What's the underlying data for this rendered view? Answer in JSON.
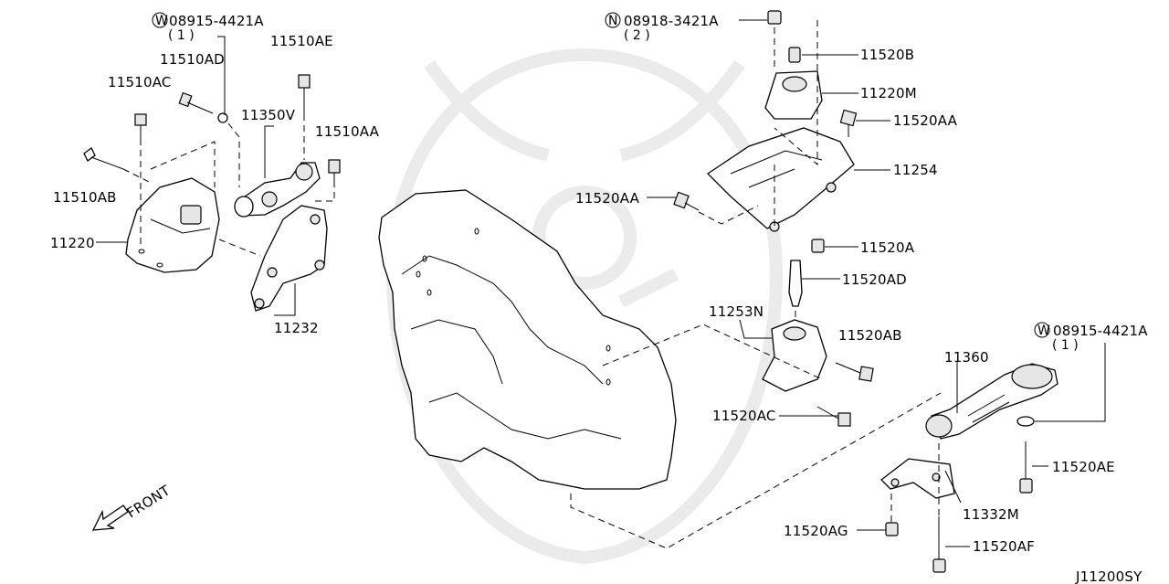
{
  "diagram_code": "J11200SY",
  "front_label": "FRONT",
  "labels": {
    "w08915_top": "08915-4421A",
    "w08915_top_qty": "( 1 )",
    "n08918": "08918-3421A",
    "n08918_qty": "( 2 )",
    "w08915_right": "08915-4421A",
    "w08915_right_qty": "( 1 )",
    "p11510AD": "11510AD",
    "p11510AE": "11510AE",
    "p11510AC": "11510AC",
    "p11350V": "11350V",
    "p11510AA": "11510AA",
    "p11510AB": "11510AB",
    "p11220": "11220",
    "p11232": "11232",
    "p11520B": "11520B",
    "p11220M": "11220M",
    "p11520AA_r": "11520AA",
    "p11254": "11254",
    "p11520AA_l": "11520AA",
    "p11520A": "11520A",
    "p11520AD": "11520AD",
    "p11253N": "11253N",
    "p11520AB": "11520AB",
    "p11520AC": "11520AC",
    "p11360": "11360",
    "p11520AE": "11520AE",
    "p11332M": "11332M",
    "p11520AG": "11520AG",
    "p11520AF": "11520AF"
  },
  "washer_marks": {
    "w": "W",
    "n": "N"
  }
}
